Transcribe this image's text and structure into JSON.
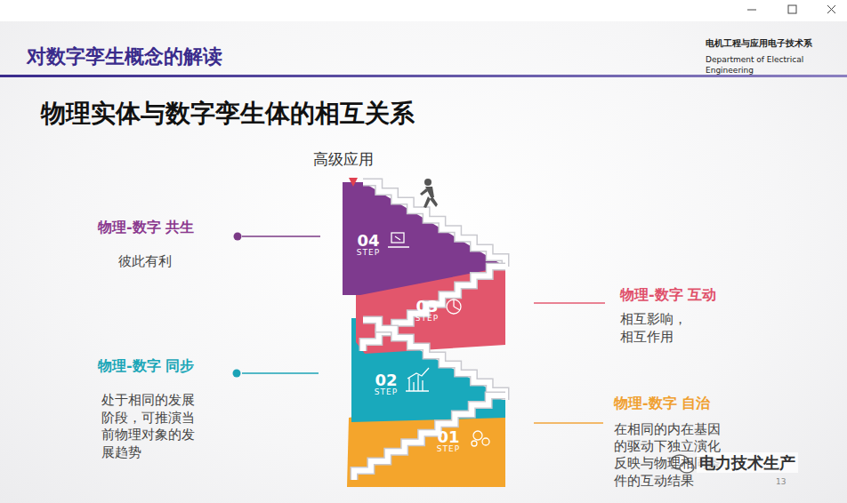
{
  "diagram": {
    "title": "对数字孪生概念的解读",
    "nodes": [
      {
        "text": [
          "04",
          "STEP"
        ]
      },
      {
        "text": [
          "03",
          "STEP"
        ]
      },
      {
        "text": [
          "02",
          "STEP"
        ]
      },
      {
        "text": [
          "01",
          "STEP"
        ]
      }
    ],
    "labels": [
      "电机工程与应用电子技术系",
      "Department of Electrical Engineering",
      "物理实体与数字孪生体的相互关系",
      "高级应用",
      "物理-数字 共生",
      "彼此有利",
      "物理-数字 互动",
      "相互影响， 相互作用",
      "物理-数字 同步",
      "处于相同的发展 阶段，可推演当 前物理对象的发 展趋势",
      "物理-数字 自治",
      "在相同的内在基因 的驱动下独立演化 反映与物理相同条 件的互动结果",
      "电力技术生产",
      "13"
    ]
  }
}
